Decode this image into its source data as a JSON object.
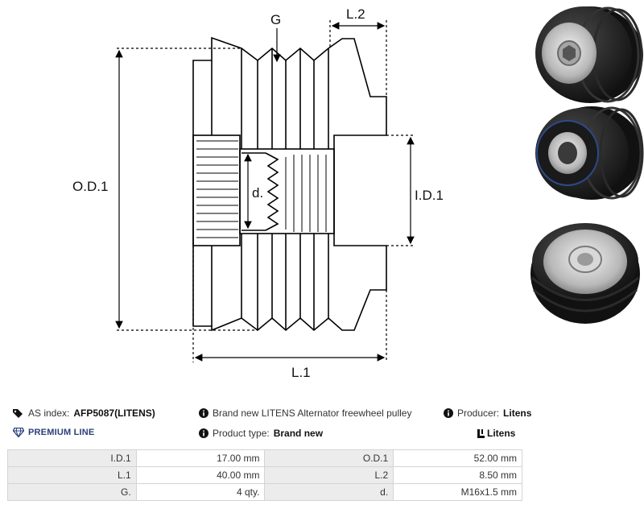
{
  "drawing": {
    "labels": {
      "groove": "G",
      "l2": "L.2",
      "od1": "O.D.1",
      "thread": "d.",
      "id1": "I.D.1",
      "l1": "L.1"
    }
  },
  "info": {
    "as_index_label": "AS index:",
    "as_index_value": "AFP5087(LITENS)",
    "description": "Brand new LITENS Alternator freewheel pulley",
    "producer_label": "Producer:",
    "producer_value": "Litens",
    "premium_line": "PREMIUM LINE",
    "product_type_label": "Product type:",
    "product_type_value": "Brand new",
    "brand_logo": "Litens"
  },
  "specs": {
    "rows": [
      [
        {
          "label": "I.D.1",
          "value": "17.00 mm"
        },
        {
          "label": "O.D.1",
          "value": "52.00 mm"
        }
      ],
      [
        {
          "label": "L.1",
          "value": "40.00 mm"
        },
        {
          "label": "L.2",
          "value": "8.50 mm"
        }
      ],
      [
        {
          "label": "G.",
          "value": "4 qty."
        },
        {
          "label": "d.",
          "value": "M16x1.5 mm"
        }
      ]
    ]
  },
  "colors": {
    "accent": "#2a3f7a",
    "table_label_bg": "#ececec",
    "table_border": "#d4d4d4"
  }
}
